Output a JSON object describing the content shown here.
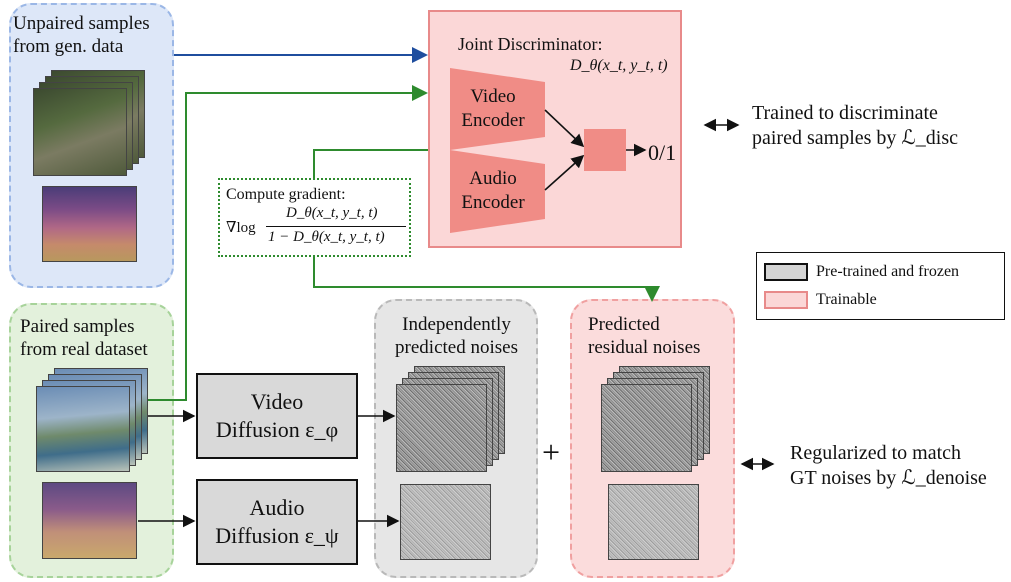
{
  "panels": {
    "unpaired_label": [
      "Unpaired samples",
      "from gen. data"
    ],
    "paired_label": [
      "Paired samples",
      "from real dataset"
    ],
    "independent_label": [
      "Independently",
      "predicted noises"
    ],
    "residual_label": [
      "Predicted",
      "residual noises"
    ]
  },
  "discriminator": {
    "title": "Joint Discriminator:",
    "formula": "D_θ(x_t, y_t, t)",
    "video_encoder": [
      "Video",
      "Encoder"
    ],
    "audio_encoder": [
      "Audio",
      "Encoder"
    ],
    "output": "0/1"
  },
  "gradient": {
    "title": "Compute gradient:",
    "prefix": "∇log",
    "numerator": "D_θ(x_t, y_t, t)",
    "denominator": "1 − D_θ(x_t, y_t, t)"
  },
  "models": {
    "video": {
      "name": "Video",
      "label": "Diffusion ε_φ"
    },
    "audio": {
      "name": "Audio",
      "label": "Diffusion ε_ψ"
    }
  },
  "plus_sign": "+",
  "annotations": {
    "disc": [
      "Trained to discriminate",
      "paired samples by ℒ_disc"
    ],
    "denoise": [
      "Regularized to match",
      "GT noises by ℒ_denoise"
    ]
  },
  "legend": [
    {
      "label": "Pre-trained and frozen",
      "color": "#d4d4d4",
      "border": "#111111"
    },
    {
      "label": "Trainable",
      "color": "#fbd7d7",
      "border": "#e88a8a"
    }
  ],
  "colors": {
    "blue_arrow": "#1f4e9e",
    "green_arrow": "#2e8b2e",
    "trainable_fill": "#fbd7d7",
    "trainable_border": "#e88a8a",
    "encoder_fill": "#f08c86",
    "unpaired_fill": "#dde7f8",
    "paired_fill": "#e3f1dc",
    "independent_fill": "#e6e6e6",
    "residual_fill": "#fbdcdc"
  }
}
